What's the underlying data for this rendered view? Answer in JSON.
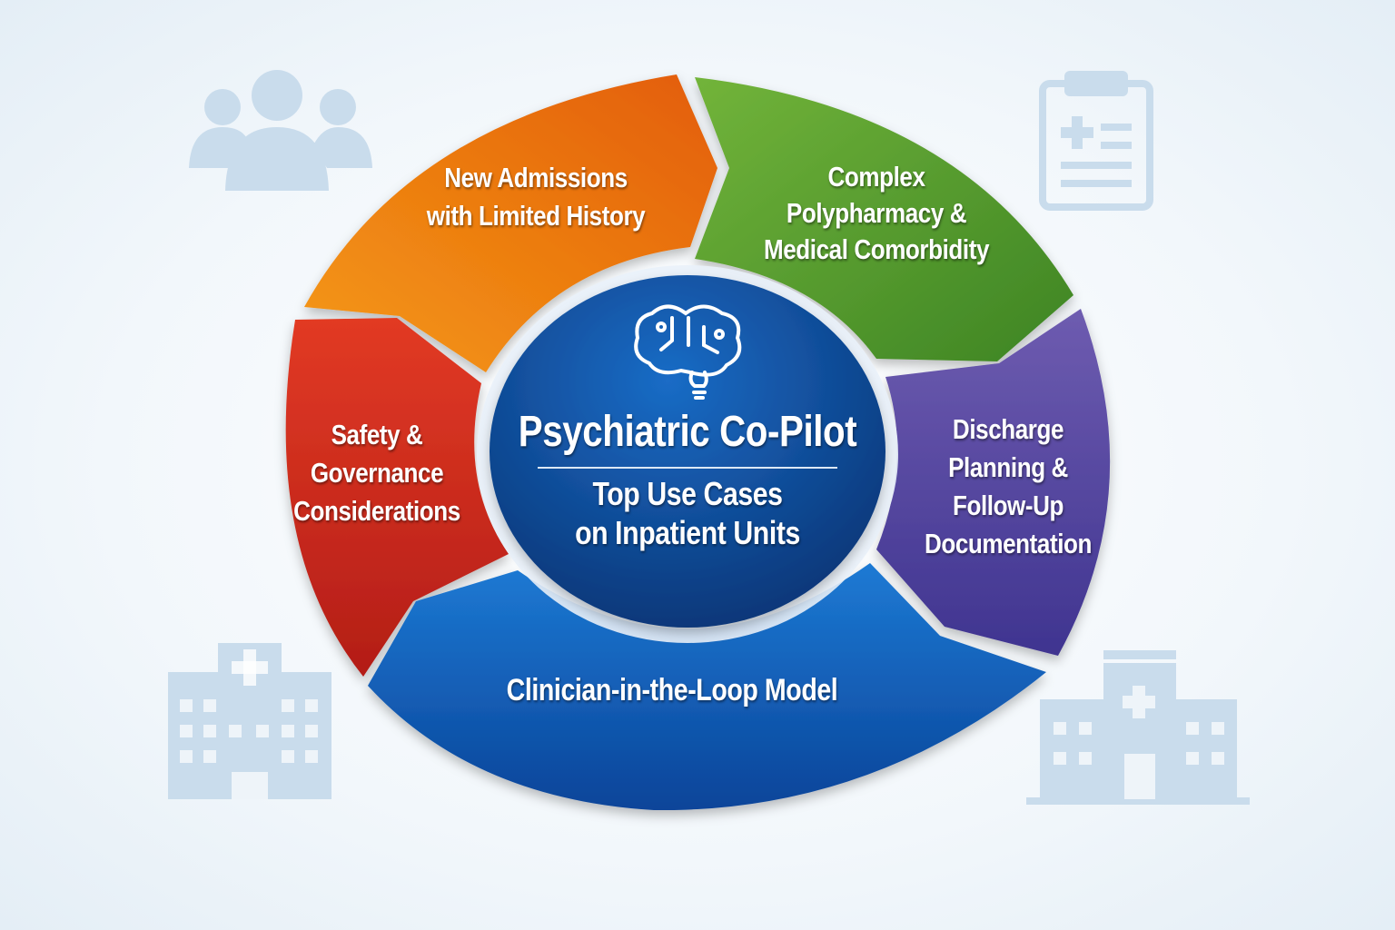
{
  "center": {
    "title": "Psychiatric Co-Pilot",
    "subtitle_line1": "Top Use Cases",
    "subtitle_line2": "on Inpatient Units",
    "icon": "brain-circuit-icon"
  },
  "segments": [
    {
      "id": "orange",
      "lines": [
        "New Admissions",
        "with Limited History"
      ],
      "color": "#f07a10"
    },
    {
      "id": "green",
      "lines": [
        "Complex",
        "Polypharmacy &",
        "Medical Comorbidity"
      ],
      "color": "#4f9a2a"
    },
    {
      "id": "purple",
      "lines": [
        "Discharge",
        "Planning &",
        "Follow-Up",
        "Documentation"
      ],
      "color": "#5a4da0"
    },
    {
      "id": "blue",
      "lines": [
        "Clinician-in-the-Loop Model"
      ],
      "color": "#1260b8"
    },
    {
      "id": "red",
      "lines": [
        "Safety &",
        "Governance",
        "Considerations"
      ],
      "color": "#d42f1e"
    }
  ],
  "background_icons": [
    "medical-team-icon",
    "clipboard-icon",
    "hospital-icon",
    "hospital-building-icon"
  ]
}
